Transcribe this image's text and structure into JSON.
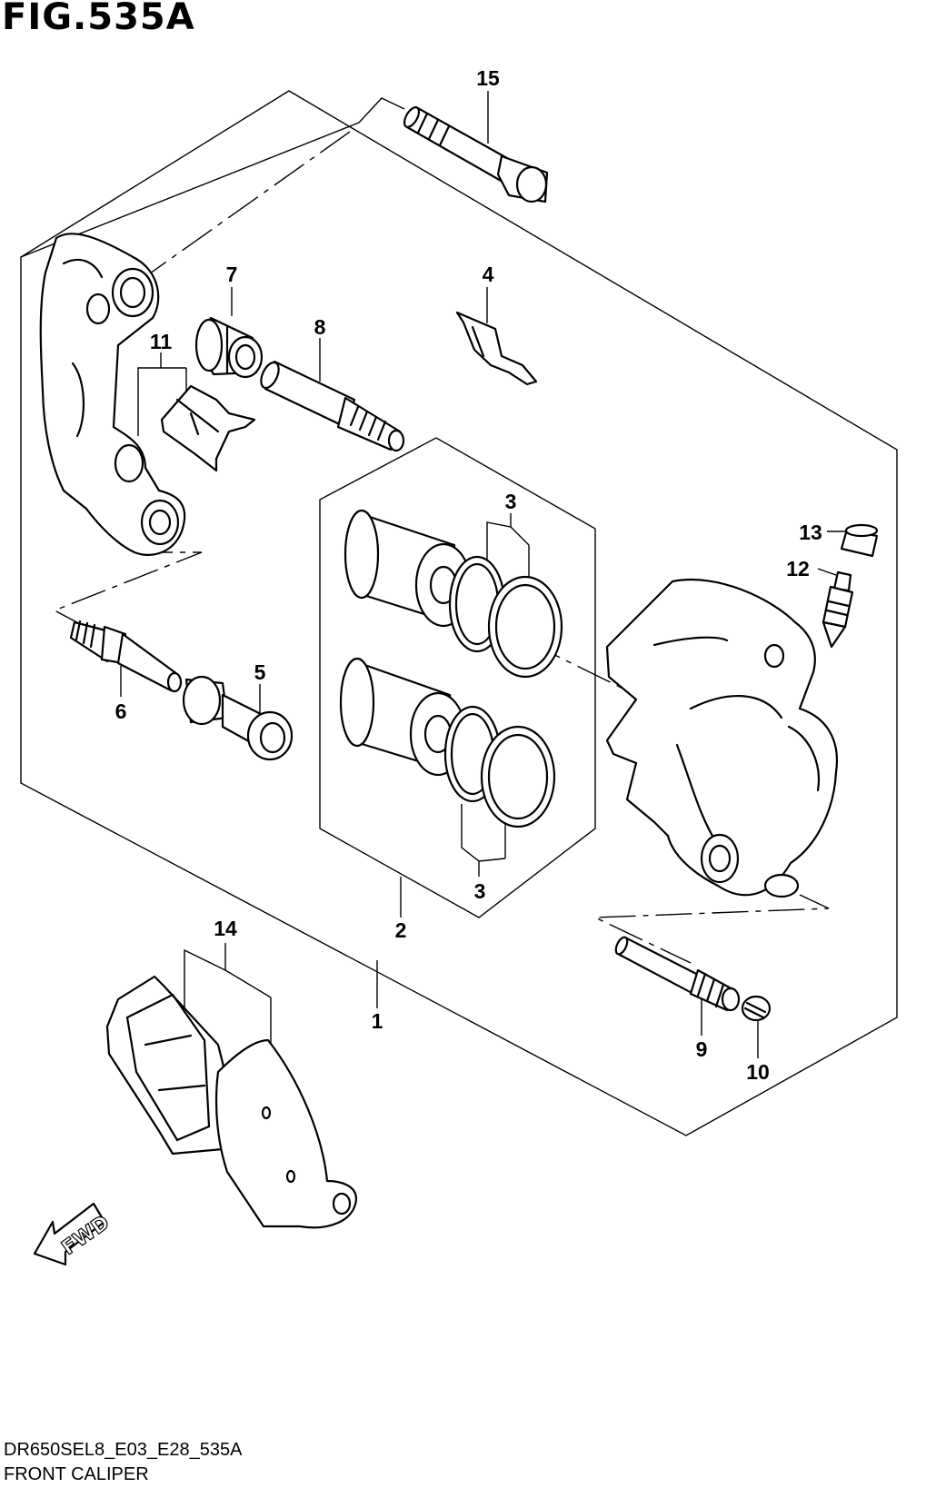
{
  "figure": {
    "title": "FIG.535A",
    "diagram_code": "DR650SEL8_E03_E28_535A",
    "caption": "FRONT CALIPER",
    "fwd_label": "FWD"
  },
  "callouts": {
    "c1": "1",
    "c2": "2",
    "c3a": "3",
    "c3b": "3",
    "c4": "4",
    "c5": "5",
    "c6": "6",
    "c7": "7",
    "c8": "8",
    "c9": "9",
    "c10": "10",
    "c11": "11",
    "c12": "12",
    "c13": "13",
    "c14": "14",
    "c15": "15"
  }
}
